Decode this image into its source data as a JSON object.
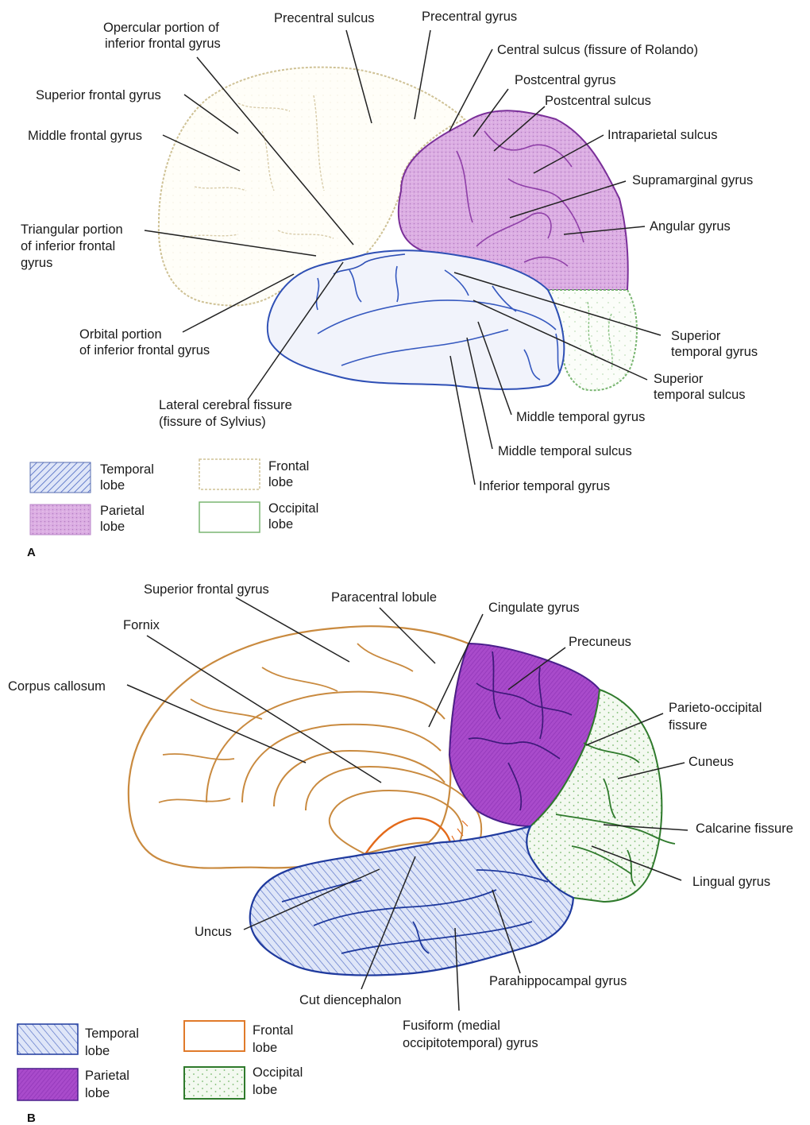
{
  "panels": {
    "a": {
      "letter": "A",
      "labels": {
        "opercular": [
          "Opercular portion of",
          "inferior frontal gyrus"
        ],
        "precentral_sulcus": "Precentral sulcus",
        "precentral_gyrus": "Precentral gyrus",
        "central_sulcus": "Central sulcus (fissure of Rolando)",
        "postcentral_gyrus": "Postcentral gyrus",
        "postcentral_sulcus": "Postcentral sulcus",
        "intraparietal_sulcus": "Intraparietal sulcus",
        "superior_frontal_gyrus": "Superior frontal gyrus",
        "middle_frontal_gyrus": "Middle frontal gyrus",
        "supramarginal_gyrus": "Supramarginal gyrus",
        "angular_gyrus": "Angular gyrus",
        "triangular": [
          "Triangular portion",
          "of inferior frontal",
          "gyrus"
        ],
        "superior_temporal_gyrus": [
          "Superior",
          "temporal gyrus"
        ],
        "superior_temporal_sulcus": [
          "Superior",
          "temporal sulcus"
        ],
        "orbital": [
          "Orbital portion",
          "of inferior frontal gyrus"
        ],
        "lateral_fissure": [
          "Lateral cerebral fissure",
          "(fissure of Sylvius)"
        ],
        "middle_temporal_gyrus": "Middle temporal gyrus",
        "middle_temporal_sulcus": "Middle temporal sulcus",
        "inferior_temporal_gyrus": "Inferior temporal gyrus"
      },
      "legend": {
        "temporal": [
          "Temporal",
          "lobe"
        ],
        "frontal": [
          "Frontal",
          "lobe"
        ],
        "parietal": [
          "Parietal",
          "lobe"
        ],
        "occipital": [
          "Occipital",
          "lobe"
        ]
      }
    },
    "b": {
      "letter": "B",
      "labels": {
        "superior_frontal_gyrus": "Superior frontal gyrus",
        "paracentral_lobule": "Paracentral lobule",
        "cingulate_gyrus": "Cingulate gyrus",
        "fornix": "Fornix",
        "precuneus": "Precuneus",
        "corpus_callosum": "Corpus callosum",
        "parieto_occipital": [
          "Parieto-occipital",
          "fissure"
        ],
        "cuneus": "Cuneus",
        "calcarine_fissure": "Calcarine fissure",
        "lingual_gyrus": "Lingual gyrus",
        "uncus": "Uncus",
        "parahippocampal_gyrus": "Parahippocampal gyrus",
        "cut_diencephalon": "Cut diencephalon",
        "fusiform": [
          "Fusiform (medial",
          "occipitotemporal) gyrus"
        ]
      },
      "legend": {
        "temporal": [
          "Temporal",
          "lobe"
        ],
        "frontal": [
          "Frontal",
          "lobe"
        ],
        "parietal": [
          "Parietal",
          "lobe"
        ],
        "occipital": [
          "Occipital",
          "lobe"
        ]
      }
    }
  },
  "colors": {
    "a_frontal_outline": "#c9bc8c",
    "a_parietal_fill": "#d9a8e0",
    "a_parietal_line": "#7a2f99",
    "a_temporal_fill": "#eef1fb",
    "a_temporal_line": "#2e4fb5",
    "a_occipital_line": "#6fae6a",
    "b_frontal_line": "#c98a3f",
    "b_callosum_line": "#e36a1a",
    "b_parietal_fill": "#a64cc8",
    "b_parietal_line": "#4a1f8c",
    "b_temporal_fill": "#c7d3f3",
    "b_temporal_line": "#1f3a9e",
    "b_occipital_fill": "#f2f8ef",
    "b_occipital_line": "#2f7a2c",
    "b_occipital_dots": "#7cbd72"
  }
}
